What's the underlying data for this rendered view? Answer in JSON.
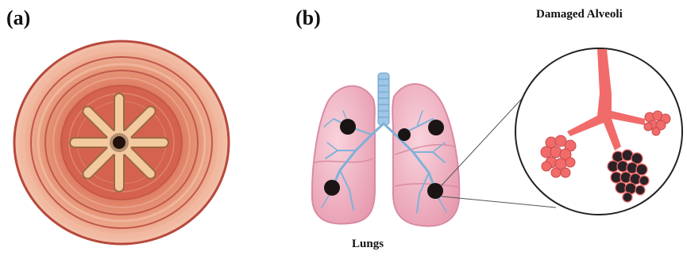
{
  "panel_a": {
    "label": "(a)"
  },
  "panel_b": {
    "label": "(b)",
    "lungs_caption": "Lungs",
    "zoom_caption": "Damaged Alveoli"
  },
  "colors": {
    "airway_wall": "#e08a6c",
    "airway_ring": "#c9584a",
    "lumen_star": "#f3c9a0",
    "lung_tissue": "#f2b6c4",
    "lung_outline": "#d98ba2",
    "bronchi": "#7fb1d8",
    "trachea": "#9ec6e6",
    "damage_spot": "#1a1414",
    "alveoli_healthy": "#f26b6b",
    "alveoli_damaged": "#2a2226"
  },
  "icons": {
    "airway_cross_section": "airway-cross-section-icon",
    "lungs": "lungs-icon",
    "alveoli_zoom": "alveoli-zoom-icon"
  }
}
